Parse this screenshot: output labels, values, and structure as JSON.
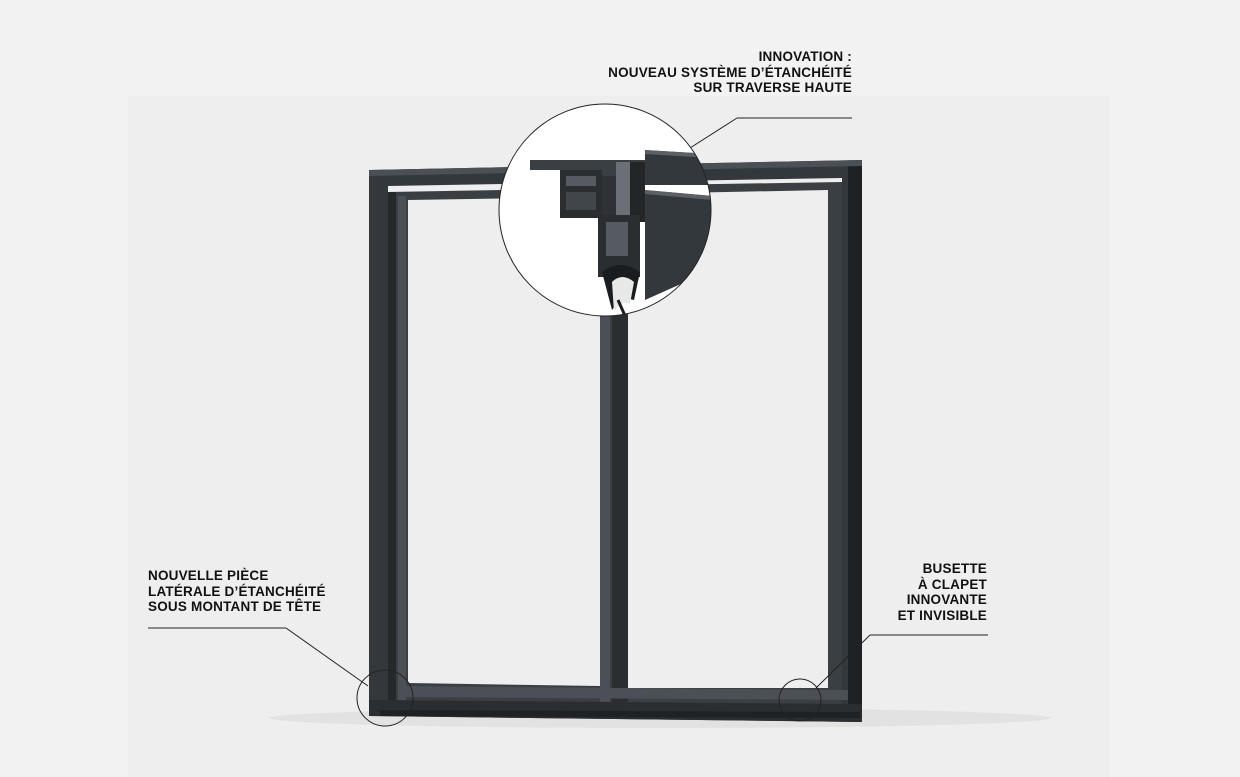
{
  "callouts": {
    "top": {
      "lines": [
        "INNOVATION :",
        "NOUVEAU SYSTÈME D’ÉTANCHÉITÉ",
        "SUR TRAVERSE HAUTE"
      ]
    },
    "left": {
      "lines": [
        "NOUVELLE PIÈCE",
        "LATÉRALE D’ÉTANCHÉITÉ",
        "SOUS MONTANT DE TÊTE"
      ]
    },
    "right": {
      "lines": [
        "BUSETTE",
        "À CLAPET",
        "INNOVANTE",
        "ET INVISIBLE"
      ]
    }
  },
  "colors": {
    "frame": "#33383c",
    "frame_dark": "#1e2225",
    "frame_light": "#4a5055",
    "glass": "#efefef",
    "text": "#111111"
  }
}
